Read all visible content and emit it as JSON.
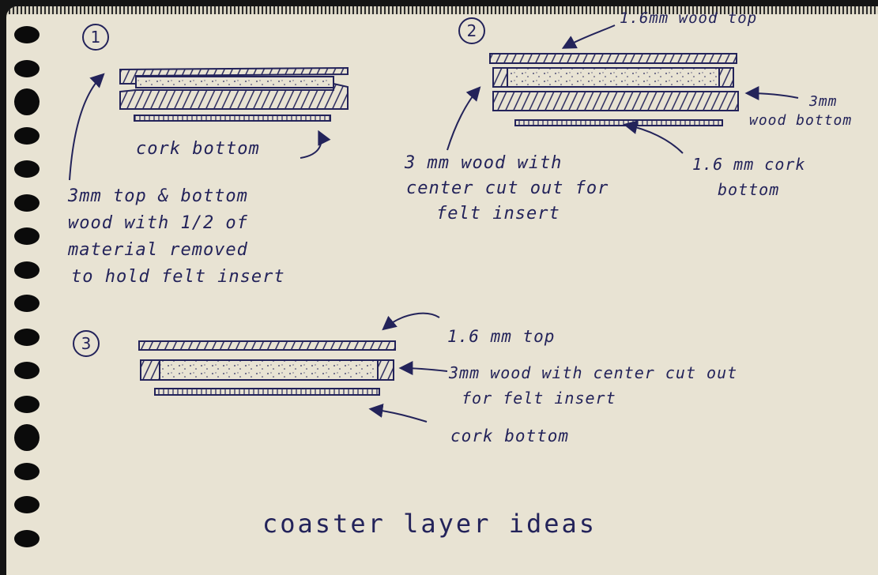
{
  "diagram": {
    "title": "coaster layer ideas",
    "ink_color": "#23235a",
    "paper_color": "#e8e3d3",
    "concepts": [
      {
        "number": "1",
        "labels": [
          "cork bottom",
          "3mm top & bottom",
          "wood with 1/2 of",
          "material removed",
          "to hold felt insert"
        ]
      },
      {
        "number": "2",
        "labels": [
          "1.6mm wood top",
          "3mm",
          "wood bottom",
          "3 mm wood with",
          "center cut out for",
          "felt insert",
          "1.6 mm cork",
          "bottom"
        ]
      },
      {
        "number": "3",
        "labels": [
          "1.6 mm top",
          "3mm wood with center cut out",
          "for felt insert",
          "cork bottom"
        ]
      }
    ]
  }
}
